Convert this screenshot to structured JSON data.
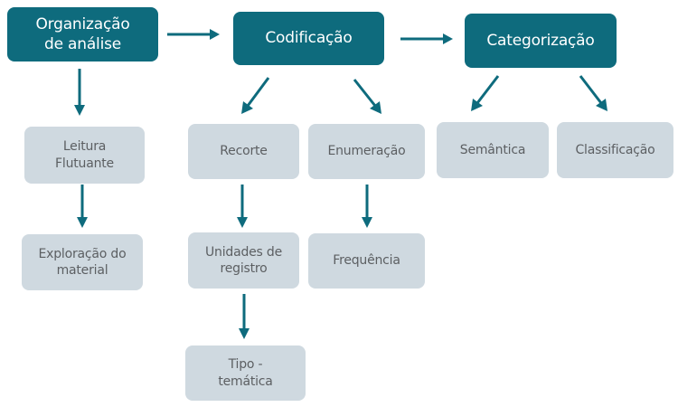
{
  "diagram": {
    "accent_color": "#0e6b7d",
    "secondary_color": "#cfd9e0",
    "stages": [
      {
        "label": "Organização\nde análise",
        "children": [
          {
            "label": "Leitura\nFlutuante"
          },
          {
            "label": "Exploração do\nmaterial"
          }
        ]
      },
      {
        "label": "Codificação",
        "children": [
          {
            "label": "Recorte"
          },
          {
            "label": "Unidades de\nregistro"
          },
          {
            "label": "Tipo -\ntemática"
          },
          {
            "label": "Enumeração"
          },
          {
            "label": "Frequência"
          }
        ]
      },
      {
        "label": "Categorização",
        "children": [
          {
            "label": "Semântica"
          },
          {
            "label": "Classificação"
          }
        ]
      }
    ]
  }
}
